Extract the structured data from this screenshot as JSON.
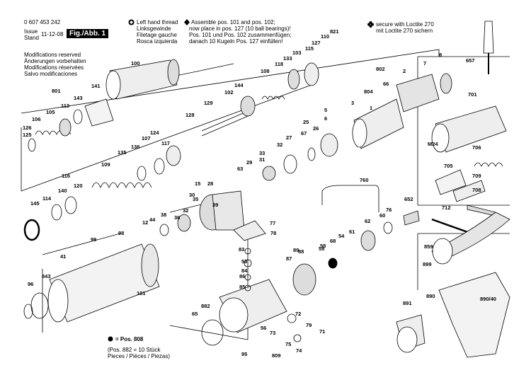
{
  "header": {
    "doc_number": "0 607 453 242",
    "issue_label": "Issue",
    "stand_label": "Stand",
    "date": "11-12-08",
    "figure_label": "Fig./Abb. 1",
    "modifications": [
      "Modifications reserved",
      "Änderungen vorbehalten",
      "Modifications réservées",
      "Salvo modificaciones"
    ],
    "thread_notes": [
      "Left hand thread",
      "Linksgewinde",
      "Filetage gauche",
      "Rosca izquierda"
    ],
    "assemble_notes": [
      "Assemble pos. 101 and pos. 102;",
      "now place in pos. 127 (10 ball bearings)!",
      "Pos. 101 und Pos. 102 zusammenfügen;",
      "danach 10 Kugeln Pos. 127 einfüllen!"
    ],
    "loctite_notes": [
      "secure with Loctite 270",
      "mit Loctite 270 sichern"
    ]
  },
  "footer": {
    "pos_note": "= Pos. 808",
    "qty_note": [
      "(Pos. 882 = 10 Stück",
      " Pieces / Pièces / Piezas)"
    ]
  },
  "icons": {
    "thread": "left-hand-thread-icon",
    "assemble": "diamond-icon",
    "loctite": "clover-icon",
    "bullet": "filled-dot-icon"
  },
  "part_labels": [
    "100",
    "801",
    "141",
    "143",
    "113",
    "105",
    "106",
    "126",
    "125",
    "128",
    "129",
    "102",
    "144",
    "108",
    "118",
    "133",
    "103",
    "115",
    "127",
    "110",
    "821",
    "8",
    "7",
    "2",
    "802",
    "804",
    "66",
    "3",
    "1",
    "5",
    "6",
    "26",
    "25",
    "67",
    "27",
    "32",
    "33",
    "31",
    "29",
    "63",
    "28",
    "30",
    "39",
    "35",
    "32",
    "36",
    "38",
    "44",
    "12",
    "98",
    "99",
    "41",
    "843",
    "96",
    "101",
    "117",
    "124",
    "107",
    "136",
    "135",
    "109",
    "116",
    "120",
    "140",
    "114",
    "145",
    "15",
    "760",
    "76",
    "652",
    "60",
    "62",
    "61",
    "54",
    "68",
    "58",
    "59",
    "77",
    "78",
    "83",
    "53",
    "84",
    "89",
    "87",
    "88",
    "86",
    "85",
    "882",
    "65",
    "72",
    "56",
    "73",
    "79",
    "71",
    "75",
    "74",
    "809",
    "95",
    "657",
    "701",
    "M24",
    "706",
    "705",
    "709",
    "708",
    "712",
    "859",
    "899",
    "890",
    "891",
    "890/40"
  ]
}
